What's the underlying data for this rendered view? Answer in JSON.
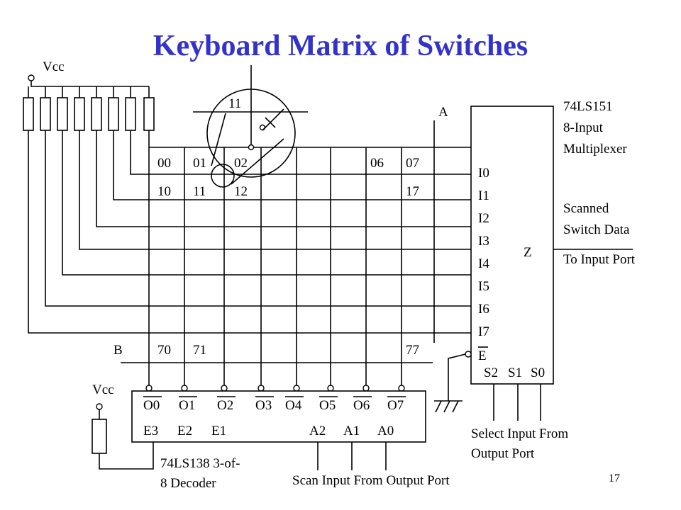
{
  "title": "Keyboard Matrix of Switches",
  "page_number": "17",
  "colors": {
    "title": "#3333cc",
    "lines": "#000000"
  },
  "labels": {
    "vcc_top": "Vcc",
    "vcc_bottom": "Vcc",
    "line_a": "A",
    "line_b": "B",
    "switch_key": "11",
    "z_output": "Z",
    "enable_e": "E"
  },
  "mux": {
    "part": "74LS151",
    "desc_line1": "8-Input",
    "desc_line2": "Multiplexer",
    "inputs": [
      "I0",
      "I1",
      "I2",
      "I3",
      "I4",
      "I5",
      "I6",
      "I7"
    ],
    "selects": [
      "S2",
      "S1",
      "S0"
    ]
  },
  "decoder": {
    "part_line1": "74LS138   3-of-",
    "part_line2": "8 Decoder",
    "outputs": [
      "O0",
      "O1",
      "O2",
      "O3",
      "O4",
      "O5",
      "O6",
      "O7"
    ],
    "enables": [
      "E3",
      "E2",
      "E1"
    ],
    "address": [
      "A2",
      "A1",
      "A0"
    ]
  },
  "matrix": {
    "row0_keys": [
      "00",
      "01",
      "02",
      "06",
      "07"
    ],
    "row1_keys": [
      "10",
      "11",
      "12",
      "17"
    ],
    "row7_keys": [
      "70",
      "71",
      "77"
    ]
  },
  "notes": {
    "scanned_line1": "Scanned",
    "scanned_line2": "Switch Data",
    "to_input_port": "To Input Port",
    "select_line1": "Select Input From",
    "select_line2": "Output Port",
    "scan_input": "Scan Input From Output Port"
  }
}
